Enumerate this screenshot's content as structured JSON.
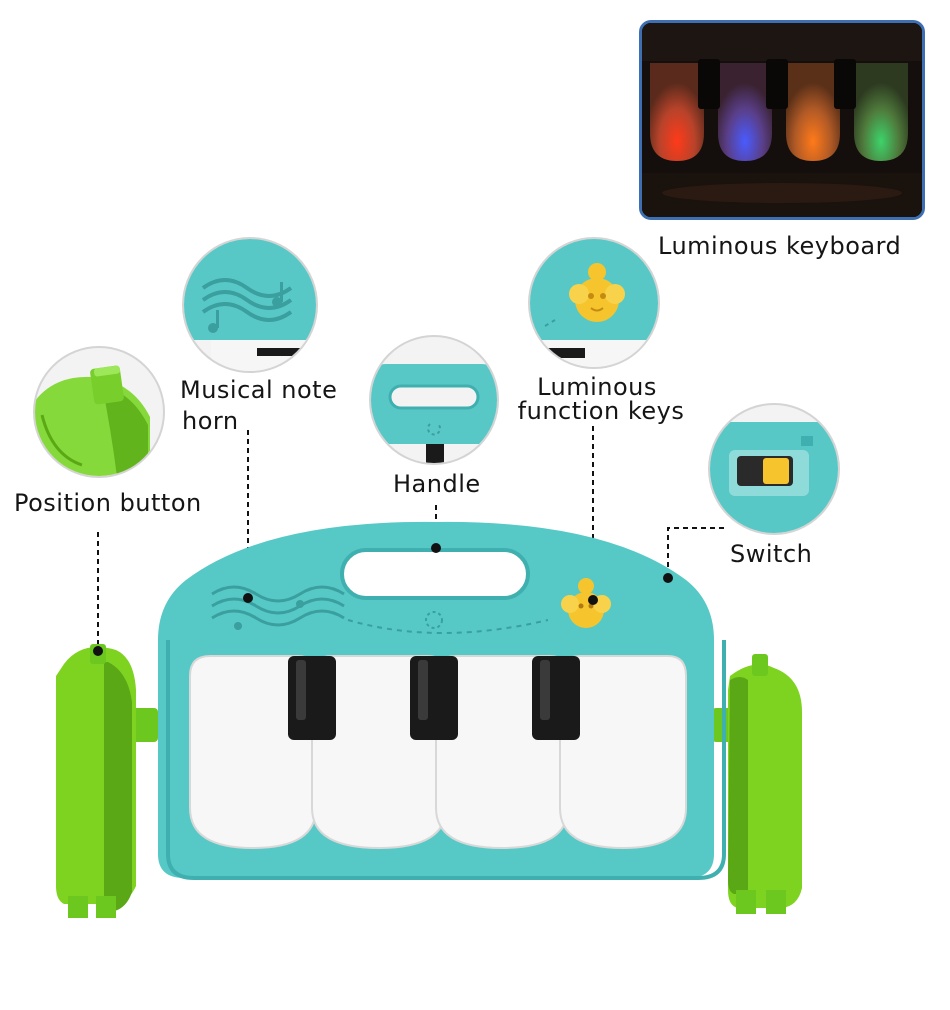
{
  "labels": {
    "luminous_keyboard": "Luminous keyboard",
    "musical_note_horn_line1": "Musical note",
    "musical_note_horn_line2": "horn",
    "luminous_function_keys_line1": "Luminous",
    "luminous_function_keys_line2": "function keys",
    "handle": "Handle",
    "position_button": "Position button",
    "switch": "Switch"
  },
  "colors": {
    "panel_teal": "#56c9c7",
    "panel_teal_dark": "#3fb0af",
    "side_green": "#7ed321",
    "side_green_dark": "#5aa816",
    "key_white": "#f7f7f7",
    "key_black": "#1a1a1a",
    "bee_yellow": "#f6c42c",
    "inset_border": "#3f6fb3",
    "leader_line": "#111111"
  }
}
